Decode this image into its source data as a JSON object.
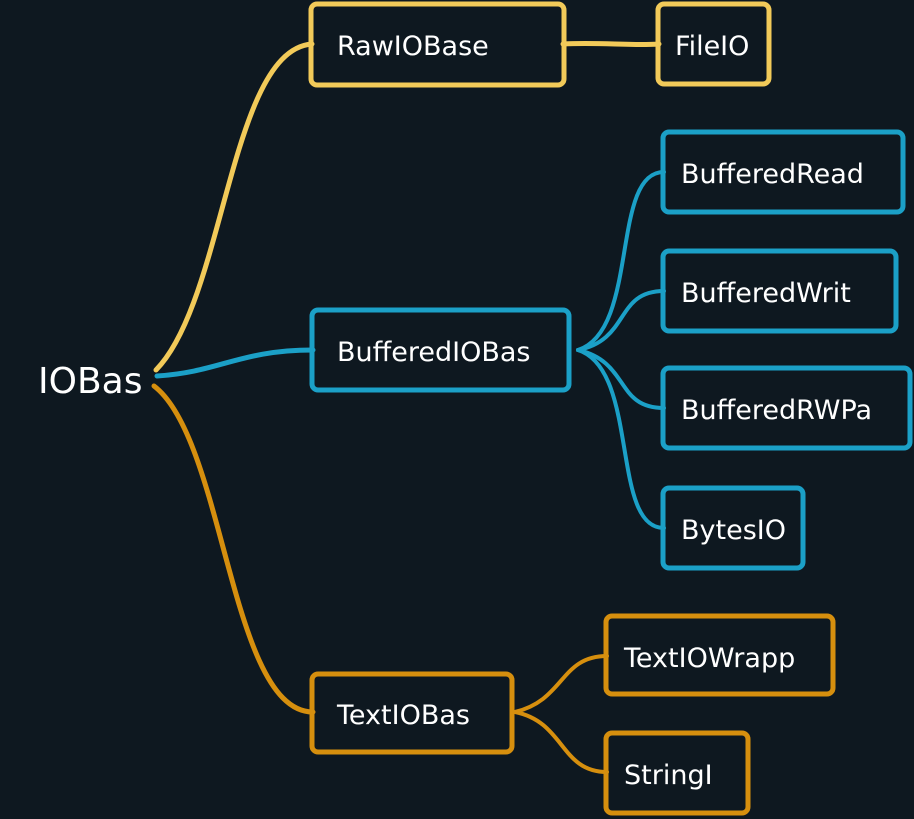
{
  "colors": {
    "background": "#0e1820",
    "raw_branch": "#f2ca59",
    "buffered_branch": "#1ba0c7",
    "text_branch": "#d68f0e",
    "text": "#ffffff"
  },
  "mindmap": {
    "root": {
      "label": "IOBas"
    },
    "branches": [
      {
        "label": "RawIOBase",
        "color_key": "raw_branch",
        "children": [
          {
            "label": "FileIO"
          }
        ]
      },
      {
        "label": "BufferedIOBas",
        "color_key": "buffered_branch",
        "children": [
          {
            "label": "BufferedRead"
          },
          {
            "label": "BufferedWrit"
          },
          {
            "label": "BufferedRWPa"
          },
          {
            "label": "BytesIO"
          }
        ]
      },
      {
        "label": "TextIOBas",
        "color_key": "text_branch",
        "children": [
          {
            "label": "TextIOWrapp"
          },
          {
            "label": "StringI"
          }
        ]
      }
    ]
  }
}
